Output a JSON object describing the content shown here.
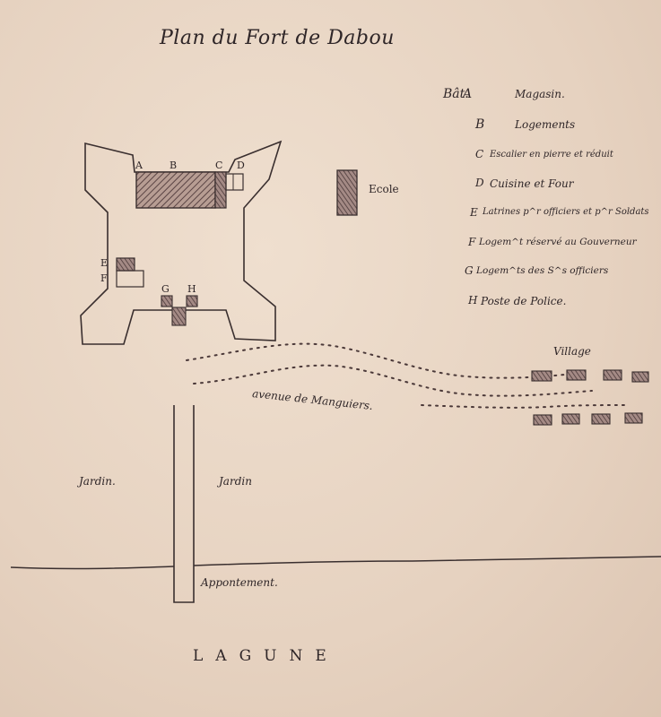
{
  "title": "Plan du Fort de Dabou",
  "legend": {
    "header": "Bât.",
    "items": [
      {
        "key": "A",
        "text": "Magasin."
      },
      {
        "key": "B",
        "text": "Logements"
      },
      {
        "key": "C",
        "text": "Escalier en pierre et réduit"
      },
      {
        "key": "D",
        "text": "Cuisine et Four"
      },
      {
        "key": "E",
        "text": "Latrines p^r officiers et p^r Soldats"
      },
      {
        "key": "F",
        "text": "Logem^t réservé au Gouverneur"
      },
      {
        "key": "G",
        "text": "Logem^ts des S^s officiers"
      },
      {
        "key": "H",
        "text": "Poste de Police."
      }
    ]
  },
  "fort_labels": {
    "a": "A",
    "b": "B",
    "c": "C",
    "d": "D",
    "e": "E",
    "f": "F",
    "g": "G",
    "h": "H"
  },
  "places": {
    "ecole": "Ecole",
    "village": "Village",
    "avenue": "avenue de Manguiers.",
    "jardin_left": "Jardin.",
    "jardin_right": "Jardin",
    "appontement": "Appontement.",
    "lagune": "LAGUNE"
  },
  "colors": {
    "paper": "#e9d7c6",
    "ink": "#3a2f2f",
    "hatch": "#6e5757"
  }
}
